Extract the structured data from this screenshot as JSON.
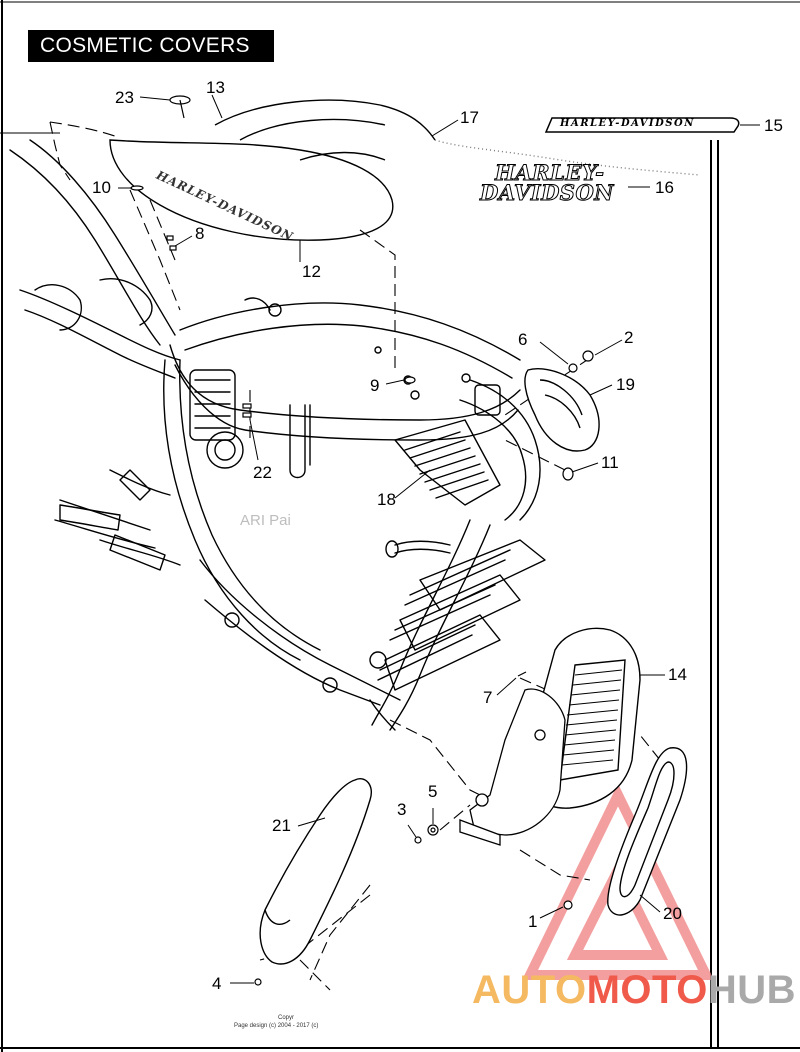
{
  "title": "COSMETIC COVERS",
  "callouts": [
    {
      "id": "c23",
      "label": "23"
    },
    {
      "id": "c13",
      "label": "13"
    },
    {
      "id": "c17",
      "label": "17"
    },
    {
      "id": "c15",
      "label": "15"
    },
    {
      "id": "c16",
      "label": "16"
    },
    {
      "id": "c10",
      "label": "10"
    },
    {
      "id": "c8",
      "label": "8"
    },
    {
      "id": "c12",
      "label": "12"
    },
    {
      "id": "c6",
      "label": "6"
    },
    {
      "id": "c2",
      "label": "2"
    },
    {
      "id": "c9",
      "label": "9"
    },
    {
      "id": "c19",
      "label": "19"
    },
    {
      "id": "c11",
      "label": "11"
    },
    {
      "id": "c22",
      "label": "22"
    },
    {
      "id": "c18",
      "label": "18"
    },
    {
      "id": "c7",
      "label": "7"
    },
    {
      "id": "c14",
      "label": "14"
    },
    {
      "id": "c3",
      "label": "3"
    },
    {
      "id": "c5",
      "label": "5"
    },
    {
      "id": "c21",
      "label": "21"
    },
    {
      "id": "c1",
      "label": "1"
    },
    {
      "id": "c20",
      "label": "20"
    },
    {
      "id": "c4",
      "label": "4"
    }
  ],
  "emblem_15_text": "HARLEY-DAVIDSON",
  "emblem_16_line1": "HARLEY-",
  "emblem_16_line2": "DAVIDSON",
  "tank_text": "HARLEY-DAVIDSON",
  "watermark_text": "ARI Pai",
  "copyright_line1": "Copyr",
  "copyright_line2": "Page design (c) 2004 - 2017 (c)",
  "logo": {
    "part1": "AUTO",
    "part2": "MOTO",
    "part3": "HUB"
  },
  "colors": {
    "logo_orange": "#f4b961",
    "logo_red": "#ef5a4b",
    "logo_gray": "#a9a9a9",
    "triangle": "#f08080"
  }
}
